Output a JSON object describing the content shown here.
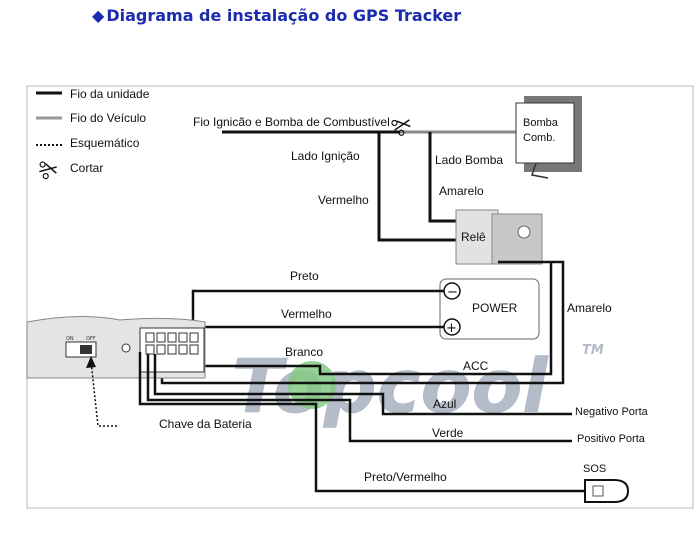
{
  "title": "Diagrama de instalação do GPS Tracker",
  "legend": {
    "unit_wire": "Fio da unidade",
    "vehicle_wire": "Fio do Veículo",
    "schematic": "Esquemático",
    "cut": "Cortar"
  },
  "labels": {
    "ignition_pump_wire": "Fio Ignicão e Bomba de Combustível",
    "ignition_side": "Lado Ignição",
    "pump_side": "Lado Bomba",
    "yellow_1": "Amarelo",
    "red_1": "Vermelho",
    "fuel_pump_line1": "Bomba",
    "fuel_pump_line2": "Comb.",
    "relay": "Relê",
    "black": "Preto",
    "red_2": "Vermelho",
    "white": "Branco",
    "power": "POWER",
    "yellow_2": "Amarelo",
    "acc": "ACC",
    "blue": "Azul",
    "green": "Verde",
    "negative_door": "Negativo Porta",
    "positive_door": "Positivo Porta",
    "black_red": "Preto/Vermelho",
    "sos": "SOS",
    "battery_switch": "Chave da Bateria",
    "switch_on": "ON",
    "switch_off": "OFF",
    "minus_sign": "−",
    "plus_sign": "+"
  },
  "watermark": {
    "text": "Topcool",
    "tm": "TM"
  },
  "colors": {
    "title": "#1a2bb0",
    "unit_wire": "#111111",
    "vehicle_wire": "#888888",
    "watermark_grey": "#9aa6b6",
    "watermark_green": "#5db85a"
  }
}
